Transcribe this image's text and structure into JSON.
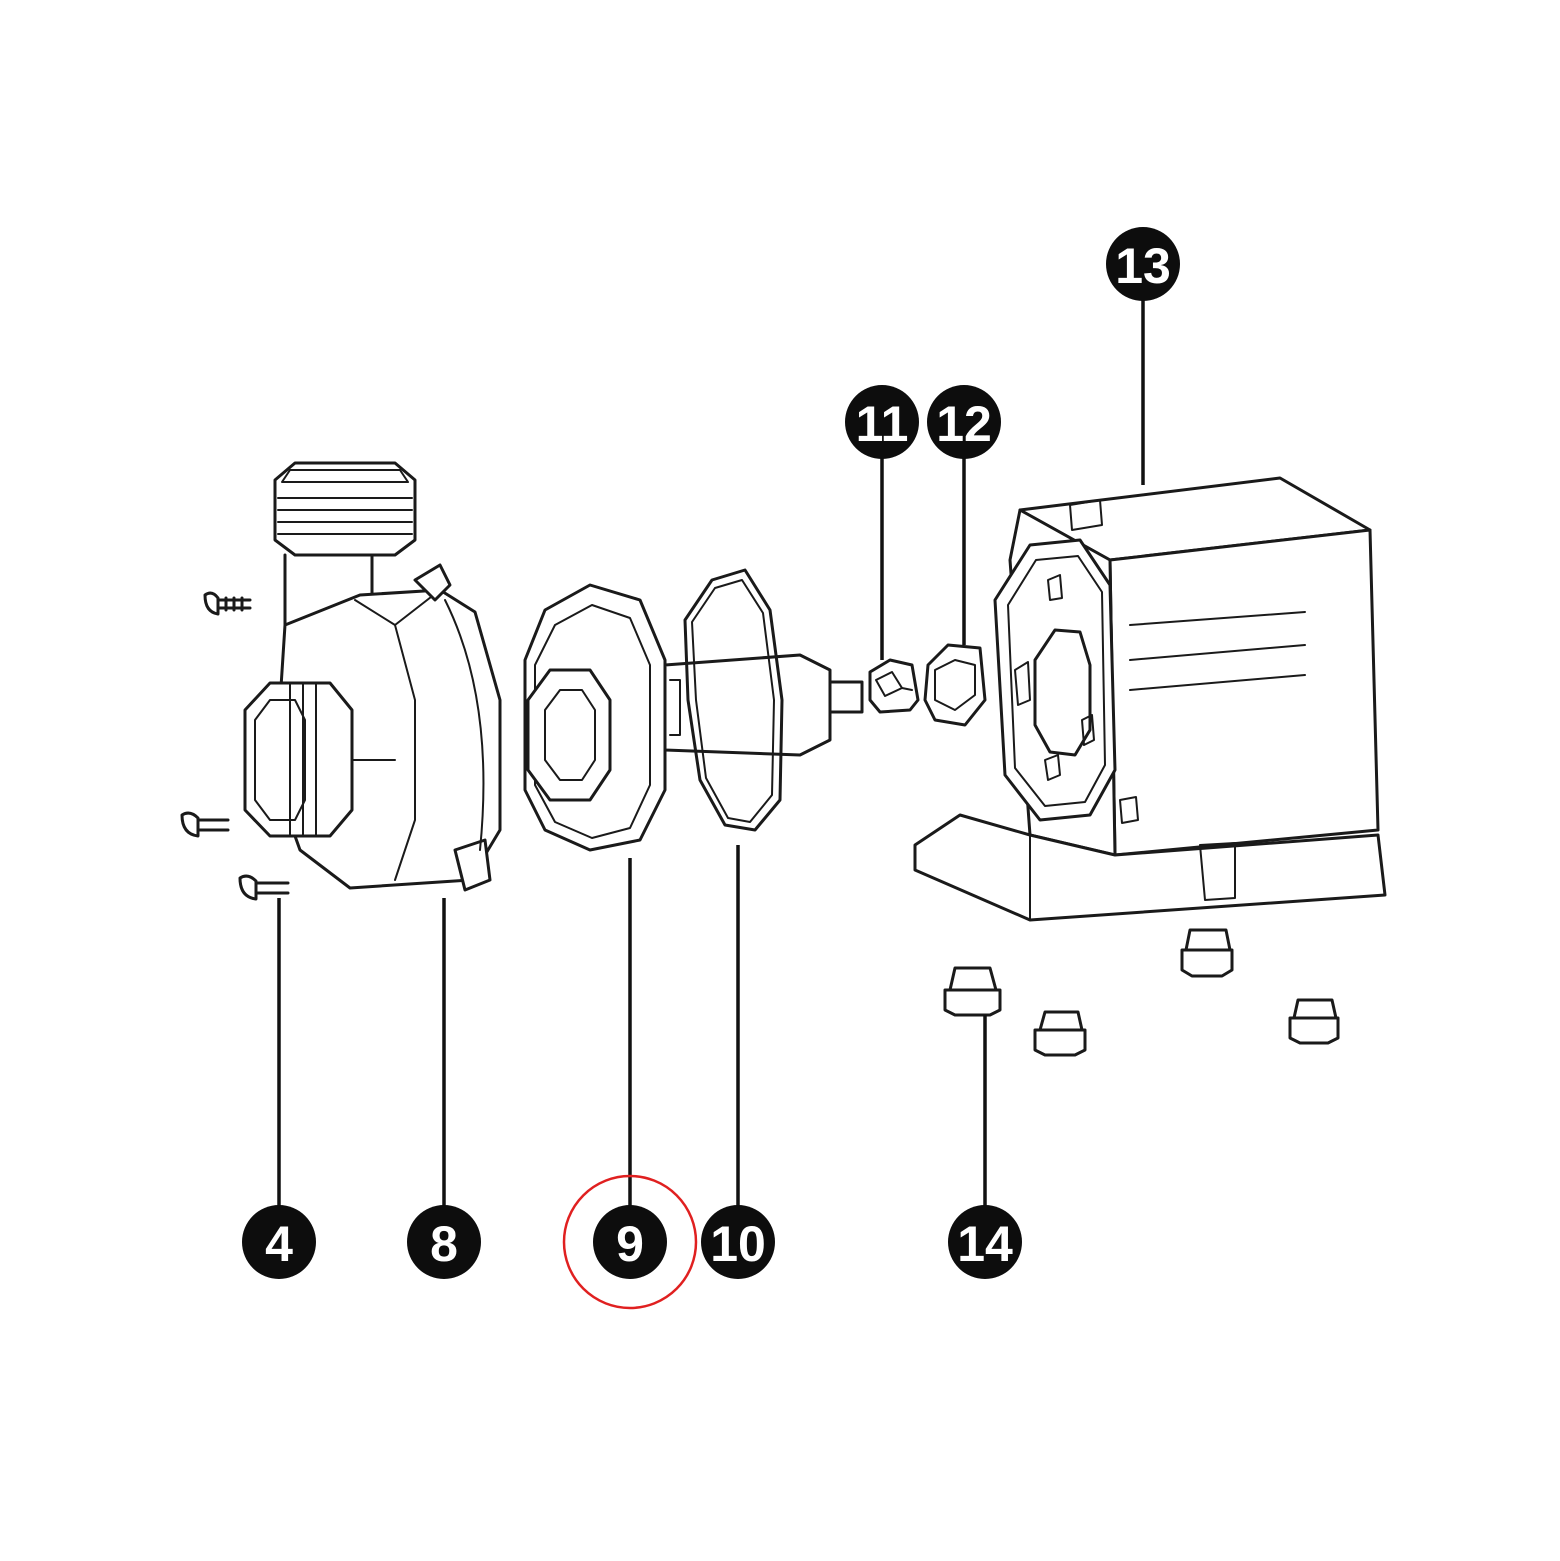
{
  "callouts": [
    {
      "id": "4",
      "label": "4"
    },
    {
      "id": "8",
      "label": "8"
    },
    {
      "id": "9",
      "label": "9"
    },
    {
      "id": "10",
      "label": "10"
    },
    {
      "id": "11",
      "label": "11"
    },
    {
      "id": "12",
      "label": "12"
    },
    {
      "id": "13",
      "label": "13"
    },
    {
      "id": "14",
      "label": "14"
    }
  ],
  "highlighted_callout": "9",
  "colors": {
    "line": "#1a1a1a",
    "badge": "#0d0d0d",
    "badge_text": "#ffffff",
    "highlight": "#e02020",
    "background": "#ffffff"
  }
}
